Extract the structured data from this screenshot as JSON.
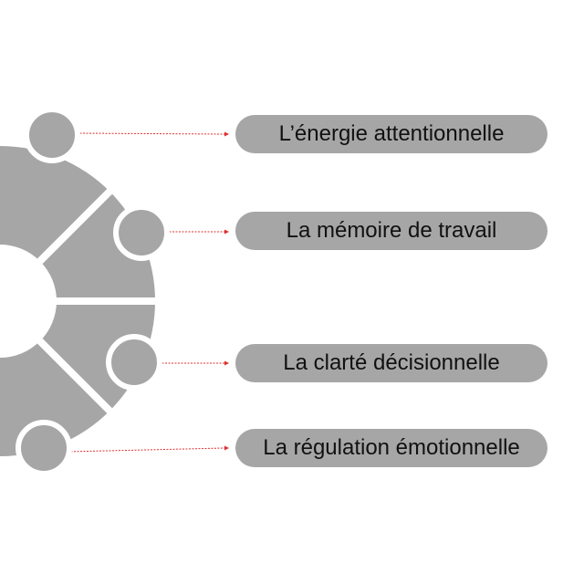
{
  "colors": {
    "shape": "#a6a6a6",
    "background": "#ffffff",
    "connector": "#e03030",
    "text": "#111111"
  },
  "items": [
    {
      "label": "L’énergie attentionnelle"
    },
    {
      "label": "La mémoire de travail"
    },
    {
      "label": "La clarté décisionnelle"
    },
    {
      "label": "La régulation émotionnelle"
    }
  ]
}
